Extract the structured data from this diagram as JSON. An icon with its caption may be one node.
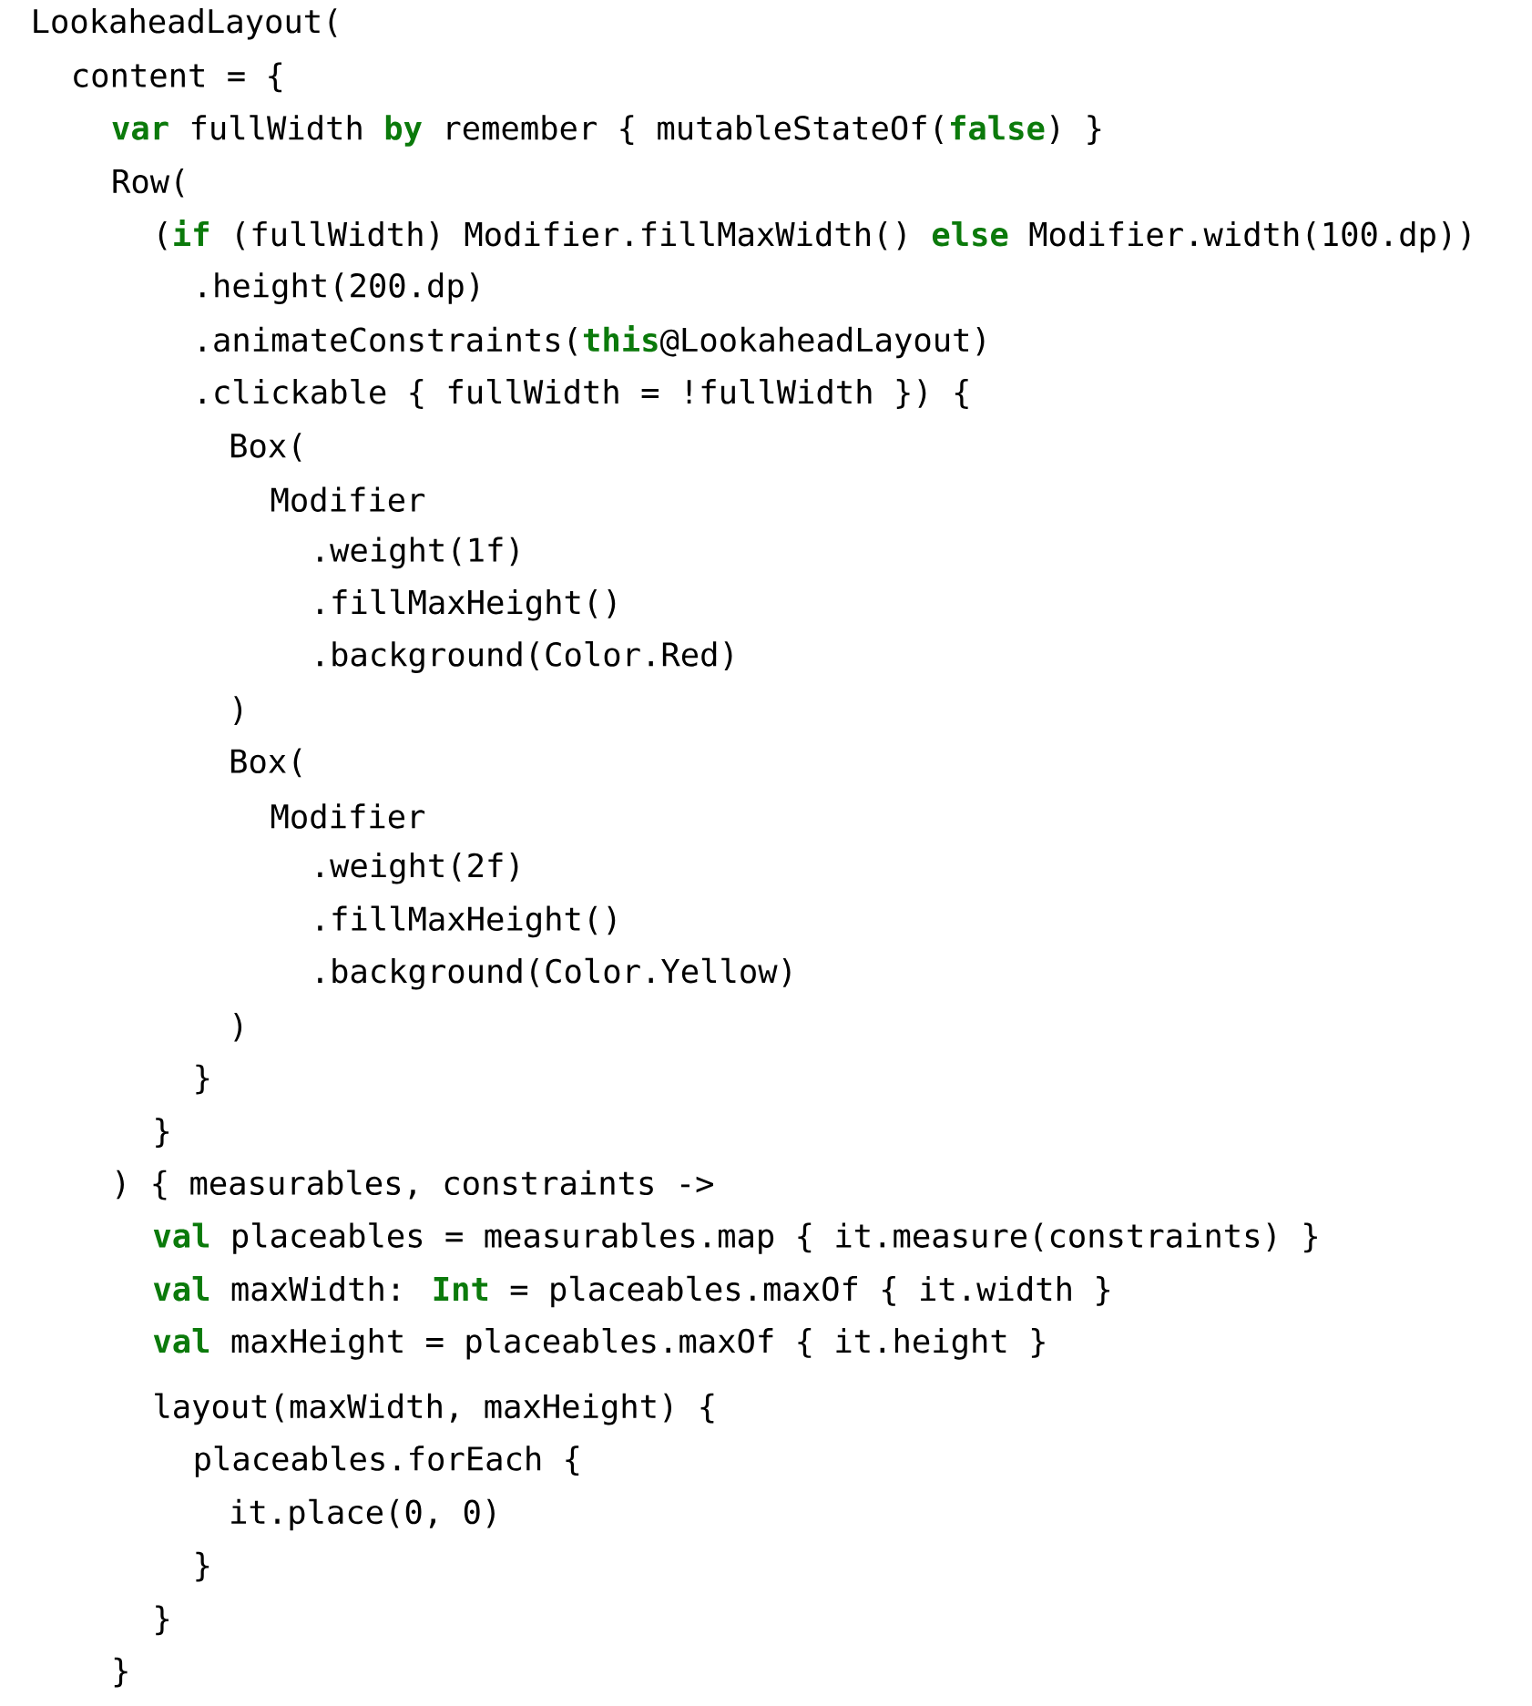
{
  "diagram": {
    "labels": [
      "LookaheadLayout(",
      "content = {",
      "**var** fullWidth **by** remember { mutableStateOf(**false**) }",
      "Row(",
      "(**if** (fullWidth) Modifier.fillMaxWidth() **else** Modifier.width(100.dp))",
      ".height(200.dp)",
      ".animateConstraints(**this**@LookaheadLayout)",
      ".clickable { fullWidth = !fullWidth }) {",
      "Box(",
      "Modifier",
      ".weight(1f)",
      ".fillMaxHeight()",
      ".background(Color.Red)",
      ")",
      "Box(",
      "Modifier",
      ".weight(2f)",
      ".fillMaxHeight()",
      ".background(Color.Yellow)",
      ")",
      "}",
      "}",
      ") { measurables, constraints ->",
      "**val** placeables = measurables.map { it.measure(constraints) }",
      "**val** maxWidth: **Int** = placeables.maxOf { it.width }",
      "**val** maxHeight = placeables.maxOf { it.height }",
      "layout(maxWidth, maxHeight) {",
      "placeables.forEach {",
      "it.place(0, 0)",
      "}",
      "}",
      "}"
    ]
  }
}
